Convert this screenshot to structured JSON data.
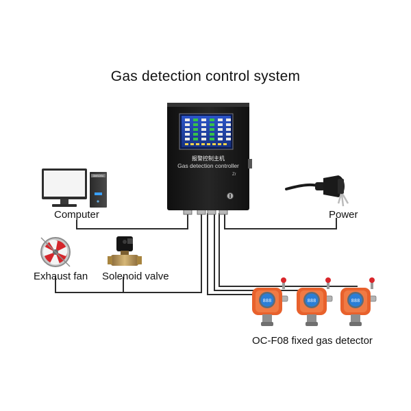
{
  "title": "Gas detection control system",
  "controller": {
    "label_cn": "报警控制主机",
    "label_en": "Gas detection controller",
    "badge": "Zr"
  },
  "devices": {
    "computer": {
      "label": "Computer",
      "monitor_text": "OMSOEA"
    },
    "power": {
      "label": "Power"
    },
    "exhaust_fan": {
      "label": "Exhaust fan"
    },
    "solenoid_valve": {
      "label": "Solenoid valve"
    },
    "gas_detector": {
      "label": "OC-F08 fixed gas detector",
      "display_value": "888"
    }
  },
  "colors": {
    "wire": "#2b2b2b",
    "controller_body": "#1b1b1b",
    "screen": "#1d3a9a",
    "detector_orange": "#e8612c",
    "fan_red": "#d5262b"
  }
}
